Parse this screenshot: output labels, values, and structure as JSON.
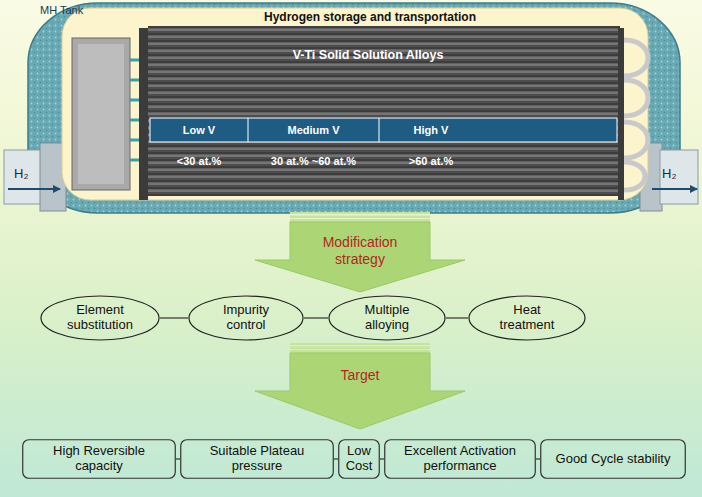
{
  "diagram": {
    "nodes": [
      {
        "text": [
          "MH Tank"
        ]
      },
      {
        "text": [
          "Hydrogen storage and transportation",
          "V-Ti Solid Solution Alloys"
        ],
        "in": 0
      },
      {
        "text": [
          "Low V",
          "<30 at.%"
        ],
        "in": 1
      },
      {
        "text": [
          "Medium V",
          "30 at.% ~60 at.%"
        ],
        "in": 1
      },
      {
        "text": [
          "High V",
          ">60 at.%"
        ],
        "in": 1
      },
      {
        "text": [
          "Modification strategy"
        ]
      },
      {
        "text": [
          "Element substitution"
        ]
      },
      {
        "text": [
          "Impurity control"
        ]
      },
      {
        "text": [
          "Multiple alloying"
        ]
      },
      {
        "text": [
          "Heat treatment"
        ]
      },
      {
        "text": [
          "Target"
        ]
      },
      {
        "text": [
          "High Reversible capacity"
        ]
      },
      {
        "text": [
          "Suitable Plateau pressure"
        ]
      },
      {
        "text": [
          "Low Cost"
        ]
      },
      {
        "text": [
          "Excellent Activation performance"
        ]
      },
      {
        "text": [
          "Good Cycle stability"
        ]
      }
    ],
    "edges": [
      {
        "from": 6,
        "to": 7,
        "arrow": "none"
      },
      {
        "from": 7,
        "to": 8,
        "arrow": "none"
      },
      {
        "from": 8,
        "to": 9,
        "arrow": "none"
      },
      {
        "from": 11,
        "to": 12,
        "arrow": "none"
      },
      {
        "from": 12,
        "to": 13,
        "arrow": "none"
      },
      {
        "from": 13,
        "to": 14,
        "arrow": "none"
      },
      {
        "from": 14,
        "to": 15,
        "arrow": "none"
      }
    ],
    "labels": [
      "H₂",
      "H₂"
    ]
  }
}
